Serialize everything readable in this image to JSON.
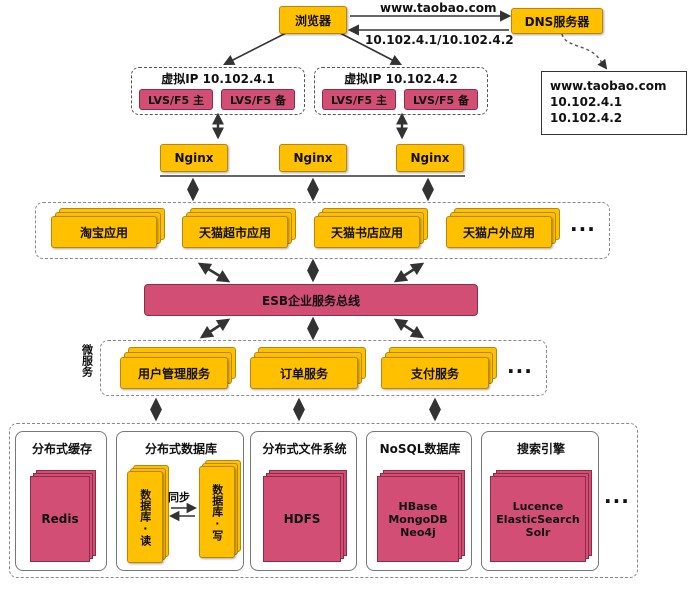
{
  "browser": {
    "label": "浏览器"
  },
  "dns": {
    "label": "DNS服务器",
    "request_label": "www.taobao.com",
    "response_label": "10.102.4.1/10.102.4.2"
  },
  "dns_record": {
    "lines": [
      "www.taobao.com",
      "10.102.4.1",
      "10.102.4.2"
    ]
  },
  "vips": [
    {
      "title": "虚拟IP 10.102.4.1",
      "master": "LVS/F5 主",
      "backup": "LVS/F5 备"
    },
    {
      "title": "虚拟IP 10.102.4.2",
      "master": "LVS/F5 主",
      "backup": "LVS/F5 备"
    }
  ],
  "nginx": [
    "Nginx",
    "Nginx",
    "Nginx"
  ],
  "apps": [
    "淘宝应用",
    "天猫超市应用",
    "天猫书店应用",
    "天猫户外应用"
  ],
  "esb": {
    "label": "ESB企业服务总线"
  },
  "microservice": {
    "label": "微服务",
    "items": [
      "用户管理服务",
      "订单服务",
      "支付服务"
    ]
  },
  "ellipsis": "...",
  "storage": {
    "cache": {
      "title": "分布式缓存",
      "content": "Redis"
    },
    "database": {
      "title": "分布式数据库",
      "read": "数据库·读",
      "write": "数据库·写",
      "sync": "同步"
    },
    "filesystem": {
      "title": "分布式文件系统",
      "content": "HDFS"
    },
    "nosql": {
      "title": "NoSQL数据库",
      "content": [
        "HBase",
        "MongoDB",
        "Neo4j"
      ]
    },
    "search": {
      "title": "搜索引擎",
      "content": [
        "Lucence",
        "ElasticSearch",
        "Solr"
      ]
    }
  },
  "colors": {
    "yellow": "#ffc000",
    "pink": "#d24e74",
    "arrow": "#333333"
  }
}
